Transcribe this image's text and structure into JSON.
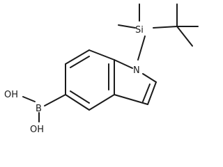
{
  "molecule": {
    "atoms": {
      "nitrogen": "N",
      "silicon": "Si",
      "boron": "B",
      "hydroxyl_top": "OH",
      "hydroxyl_bottom": "OH"
    },
    "colors": {
      "bond": "#1a1a1a",
      "text": "#1a1a1a",
      "background": "#ffffff"
    }
  }
}
